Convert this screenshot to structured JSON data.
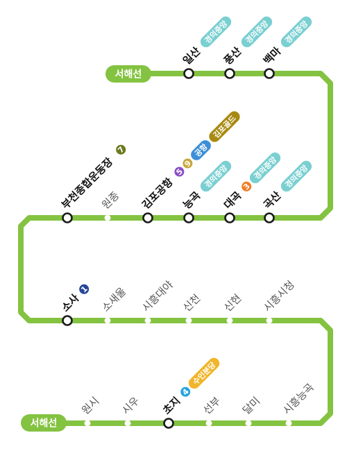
{
  "line": {
    "name": "서해선",
    "color": "#84C341"
  },
  "terminals": [
    {
      "id": "top",
      "label": "서해선"
    },
    {
      "id": "bottom",
      "label": "서해선"
    }
  ],
  "colors": {
    "gyeongui": "#7ACFD1",
    "gimpo_gold": "#A88A12",
    "line1": "#26469A",
    "line3": "#F07D24",
    "line4": "#2AA5DD",
    "line5": "#8C4FC6",
    "line7": "#6B7A1E",
    "line9": "#C8A83E",
    "airport": "#3D8FD6",
    "suin": "#F0B52A"
  },
  "stations": [
    {
      "key": "ilsan",
      "name": "일산",
      "transfer": true,
      "badges": [],
      "pills": [
        {
          "text": "경의중앙",
          "color": "gyeongui"
        }
      ]
    },
    {
      "key": "pungsan",
      "name": "풍산",
      "transfer": true,
      "badges": [],
      "pills": [
        {
          "text": "경의중앙",
          "color": "gyeongui"
        }
      ]
    },
    {
      "key": "baengma",
      "name": "백마",
      "transfer": true,
      "badges": [],
      "pills": [
        {
          "text": "경의중앙",
          "color": "gyeongui"
        }
      ]
    },
    {
      "key": "bucheon",
      "name": "부천종합운동장",
      "transfer": true,
      "badges": [
        {
          "text": "7",
          "color": "line7"
        }
      ],
      "pills": []
    },
    {
      "key": "wonjong",
      "name": "원종",
      "transfer": false,
      "badges": [],
      "pills": []
    },
    {
      "key": "gimpo",
      "name": "김포공항",
      "transfer": true,
      "badges": [
        {
          "text": "5",
          "color": "line5"
        },
        {
          "text": "9",
          "color": "line9"
        }
      ],
      "pills": [
        {
          "text": "공항",
          "color": "airport"
        },
        {
          "text": "김포골드",
          "color": "gimpo_gold"
        }
      ]
    },
    {
      "key": "neunggok",
      "name": "능곡",
      "transfer": true,
      "badges": [],
      "pills": [
        {
          "text": "경의중앙",
          "color": "gyeongui"
        }
      ]
    },
    {
      "key": "daegok",
      "name": "대곡",
      "transfer": true,
      "badges": [
        {
          "text": "3",
          "color": "line3"
        }
      ],
      "pills": [
        {
          "text": "경의중앙",
          "color": "gyeongui"
        }
      ]
    },
    {
      "key": "goksan",
      "name": "곡산",
      "transfer": true,
      "badges": [],
      "pills": [
        {
          "text": "경의중앙",
          "color": "gyeongui"
        }
      ]
    },
    {
      "key": "sosa",
      "name": "소사",
      "transfer": true,
      "badges": [
        {
          "text": "1",
          "color": "line1"
        }
      ],
      "pills": []
    },
    {
      "key": "sosaeul",
      "name": "소새울",
      "transfer": false,
      "badges": [],
      "pills": []
    },
    {
      "key": "siheungdaeya",
      "name": "시흥대야",
      "transfer": false,
      "badges": [],
      "pills": []
    },
    {
      "key": "sincheon",
      "name": "신천",
      "transfer": false,
      "badges": [],
      "pills": []
    },
    {
      "key": "sinhyeon",
      "name": "신현",
      "transfer": false,
      "badges": [],
      "pills": []
    },
    {
      "key": "siheungsicheong",
      "name": "시흥시청",
      "transfer": false,
      "badges": [],
      "pills": []
    },
    {
      "key": "wonsi",
      "name": "원시",
      "transfer": false,
      "badges": [],
      "pills": []
    },
    {
      "key": "siu",
      "name": "시우",
      "transfer": false,
      "badges": [],
      "pills": []
    },
    {
      "key": "choji",
      "name": "초지",
      "transfer": true,
      "badges": [
        {
          "text": "4",
          "color": "line4"
        }
      ],
      "pills": [
        {
          "text": "수인분당",
          "color": "suin"
        }
      ]
    },
    {
      "key": "seonbu",
      "name": "선부",
      "transfer": false,
      "badges": [],
      "pills": []
    },
    {
      "key": "dalmi",
      "name": "달미",
      "transfer": false,
      "badges": [],
      "pills": []
    },
    {
      "key": "siheungneunggok",
      "name": "시흥능곡",
      "transfer": false,
      "badges": [],
      "pills": []
    }
  ]
}
